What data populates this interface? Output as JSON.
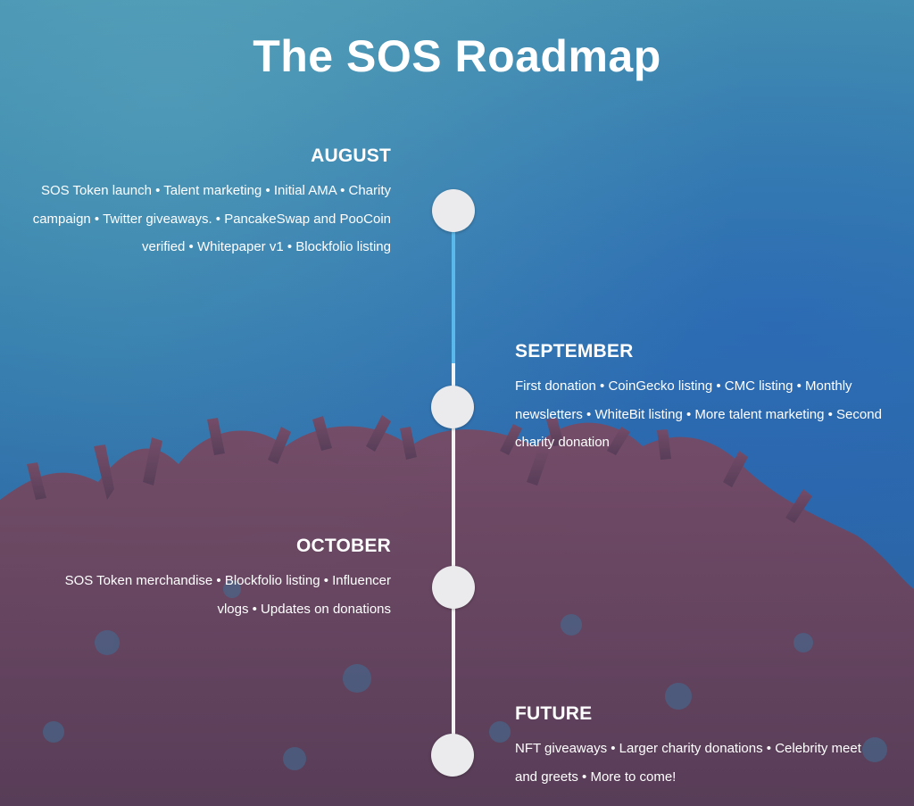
{
  "page": {
    "title": "The SOS Roadmap"
  },
  "colors": {
    "progress_line": "#5ab9ea",
    "timeline_line": "#f3f3f3",
    "dot": "#ebebed",
    "text": "#ffffff"
  },
  "timeline": {
    "progress_fraction": 0.28,
    "milestones": [
      {
        "title": "AUGUST",
        "text": "SOS Token launch  • Talent marketing  • Initial AMA  • Charity campaign • Twitter giveaways. • PancakeSwap and PooCoin verified • Whitepaper v1 • Blockfolio listing"
      },
      {
        "title": "SEPTEMBER",
        "text": "First donation • CoinGecko listing  • CMC listing  • Monthly newsletters  • WhiteBit listing  • More talent marketing  • Second charity donation"
      },
      {
        "title": "OCTOBER",
        "text": "SOS Token merchandise  • Blockfolio listing  • Influencer vlogs  • Updates on donations"
      },
      {
        "title": "FUTURE",
        "text": "NFT giveaways  • Larger charity donations  • Celebrity meet and greets  • More to come!"
      }
    ]
  }
}
